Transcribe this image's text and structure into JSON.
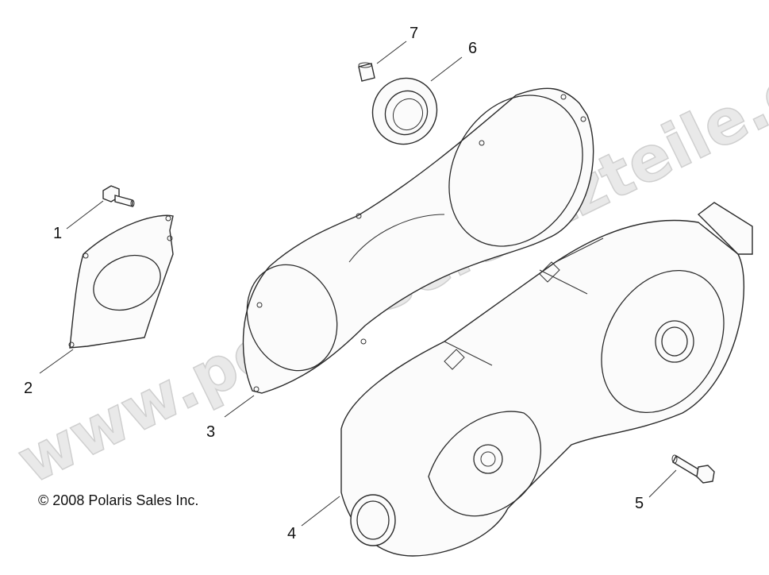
{
  "copyright": "2008 Polaris Sales Inc.",
  "copyright_symbol": "©",
  "watermark": "www.polarisersatzteile.de",
  "callouts": [
    "1",
    "2",
    "3",
    "4",
    "5",
    "6",
    "7"
  ],
  "colors": {
    "lines": "#2a2a2a",
    "watermark_fill": "#e9e9e9",
    "watermark_stroke": "#cfcfcf",
    "background": "#ffffff"
  }
}
